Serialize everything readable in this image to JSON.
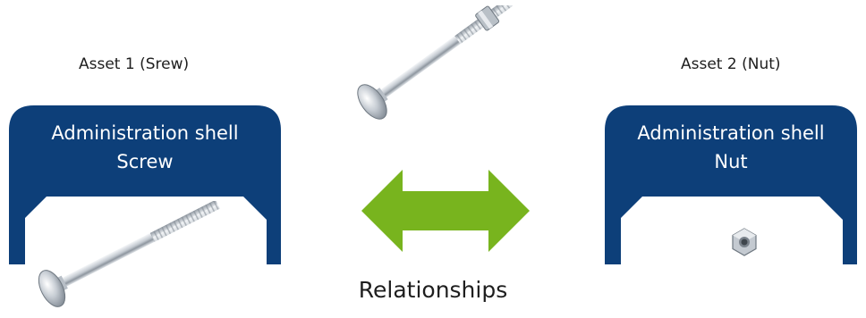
{
  "assets": [
    {
      "label": "Asset 1 (Srew)",
      "shell_title": "Administration shell",
      "shell_subtitle": "Screw",
      "image": "screw-image"
    },
    {
      "label": "Asset 2 (Nut)",
      "shell_title": "Administration shell",
      "shell_subtitle": "Nut",
      "image": "nut-image"
    }
  ],
  "center_image": "bolt-with-nut-image",
  "arrow": {
    "icon": "double-arrow-icon",
    "color": "#78b41e"
  },
  "relationships_label": "Relationships",
  "colors": {
    "shell": "#0d3f79",
    "text": "#1e1e1e",
    "metal": "#c9ced4"
  }
}
